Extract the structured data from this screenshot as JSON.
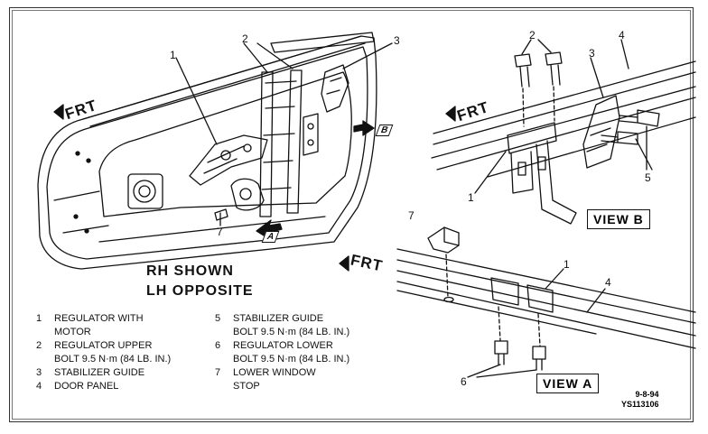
{
  "labels": {
    "frt": "FRT",
    "rh_shown": "RH SHOWN",
    "lh_opposite": "LH OPPOSITE",
    "view_a": "VIEW A",
    "view_b": "VIEW B",
    "arrow_a": "A",
    "arrow_b": "B",
    "date": "9-8-94",
    "code": "YS113106"
  },
  "callouts": {
    "c1": "1",
    "c2": "2",
    "c3": "3",
    "c7": "7",
    "b2": "2",
    "b3": "3",
    "b4": "4",
    "b5": "5",
    "b1": "1",
    "a7": "7",
    "a1": "1",
    "a4": "4",
    "a6": "6"
  },
  "legend": [
    {
      "num": "1",
      "line1": "REGULATOR WITH",
      "line2": "MOTOR"
    },
    {
      "num": "2",
      "line1": "REGULATOR UPPER",
      "line2": "BOLT 9.5 N·m (84 LB. IN.)"
    },
    {
      "num": "3",
      "line1": "STABILIZER GUIDE",
      "line2": ""
    },
    {
      "num": "4",
      "line1": "DOOR PANEL",
      "line2": ""
    },
    {
      "num": "5",
      "line1": "STABILIZER GUIDE",
      "line2": "BOLT 9.5 N·m (84 LB. IN.)"
    },
    {
      "num": "6",
      "line1": "REGULATOR LOWER",
      "line2": "BOLT 9.5 N·m (84 LB. IN.)"
    },
    {
      "num": "7",
      "line1": "LOWER WINDOW",
      "line2": "STOP"
    }
  ]
}
